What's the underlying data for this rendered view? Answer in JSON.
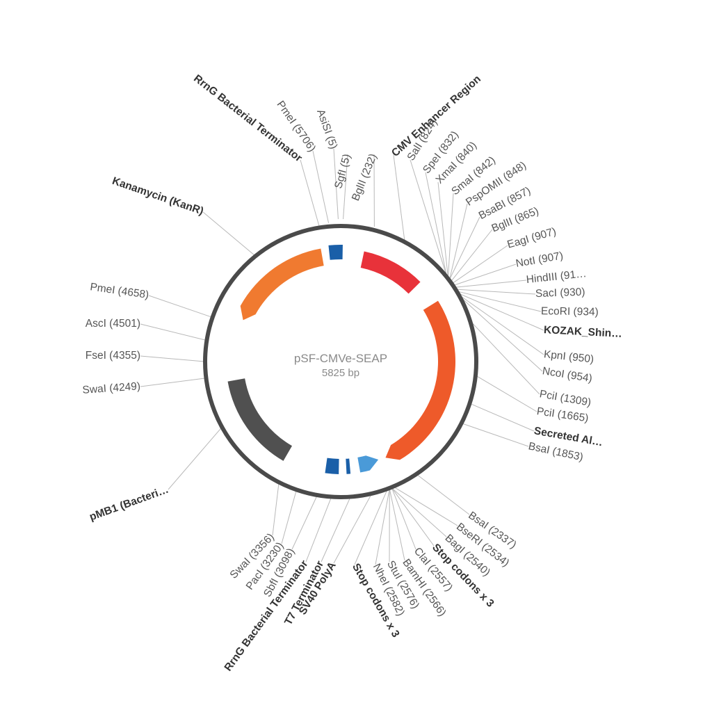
{
  "plasmid": {
    "name": "pSF-CMVe-SEAP",
    "length": "5825 bp"
  },
  "colors": {
    "backbone": "#4a4a4a",
    "kanamycin": "#f07a30",
    "cmv_enhancer": "#e8323a",
    "seap": "#ee5a2a",
    "terminator": "#1a5fa8",
    "polyA": "#4a9ad8",
    "ori": "#505050"
  },
  "features": [
    {
      "id": "kanr",
      "shape": "arrow-ccw",
      "color": "#f07a30"
    },
    {
      "id": "term1",
      "shape": "box",
      "color": "#1a5fa8"
    },
    {
      "id": "cmv",
      "shape": "arc",
      "color": "#e8323a"
    },
    {
      "id": "seap",
      "shape": "arrow-cw",
      "color": "#ee5a2a"
    },
    {
      "id": "polya",
      "shape": "arrow-ccw",
      "color": "#4a9ad8"
    },
    {
      "id": "term2",
      "shape": "box",
      "color": "#1a5fa8"
    },
    {
      "id": "term3",
      "shape": "box",
      "color": "#1a5fa8"
    },
    {
      "id": "ori",
      "shape": "arc",
      "color": "#505050"
    }
  ],
  "labels": [
    {
      "id": "rrng-top",
      "text": "RrnG Bacterial Terminator",
      "bold": true
    },
    {
      "id": "pmei-5706",
      "text": "PmeI (5706)",
      "bold": false
    },
    {
      "id": "asisi-5",
      "text": "AsiSI (5)",
      "bold": false
    },
    {
      "id": "sgfi-5",
      "text": "SgfI (5)",
      "bold": false
    },
    {
      "id": "bglii-232",
      "text": "BglII (232)",
      "bold": false
    },
    {
      "id": "cmv",
      "text": "CMV Enhancer Region",
      "bold": true
    },
    {
      "id": "sali-824",
      "text": "SalI (824)",
      "bold": false
    },
    {
      "id": "spei-832",
      "text": "SpeI (832)",
      "bold": false
    },
    {
      "id": "xmai-840",
      "text": "XmaI (840)",
      "bold": false
    },
    {
      "id": "smai-842",
      "text": "SmaI (842)",
      "bold": false
    },
    {
      "id": "pspomii-848",
      "text": "PspOMII (848)",
      "bold": false
    },
    {
      "id": "bsabi-857",
      "text": "BsaBI (857)",
      "bold": false
    },
    {
      "id": "bglii-865",
      "text": "BglII (865)",
      "bold": false
    },
    {
      "id": "eagi-907",
      "text": "EagI (907)",
      "bold": false
    },
    {
      "id": "noti-907",
      "text": "NotI (907)",
      "bold": false
    },
    {
      "id": "hindiii",
      "text": "HindIII (91…",
      "bold": false
    },
    {
      "id": "saci-930",
      "text": "SacI (930)",
      "bold": false
    },
    {
      "id": "ecori-934",
      "text": "EcoRI (934)",
      "bold": false
    },
    {
      "id": "kozak",
      "text": "KOZAK_Shin…",
      "bold": true
    },
    {
      "id": "kpni-950",
      "text": "KpnI (950)",
      "bold": false
    },
    {
      "id": "ncoi-954",
      "text": "NcoI (954)",
      "bold": false
    },
    {
      "id": "pcii-1309",
      "text": "PciI (1309)",
      "bold": false
    },
    {
      "id": "pcii-1665",
      "text": "PciI (1665)",
      "bold": false
    },
    {
      "id": "secreted",
      "text": "Secreted Al…",
      "bold": true
    },
    {
      "id": "bsai-1853",
      "text": "BsaI (1853)",
      "bold": false
    },
    {
      "id": "bsai-2337",
      "text": "BsaI (2337)",
      "bold": false
    },
    {
      "id": "bsemi-2534",
      "text": "BseRI (2534)",
      "bold": false
    },
    {
      "id": "bagi-2540",
      "text": "BagI (2540)",
      "bold": false
    },
    {
      "id": "stop-3-right",
      "text": "Stop codons x 3",
      "bold": true
    },
    {
      "id": "clai-2557",
      "text": "ClaI (2557)",
      "bold": false
    },
    {
      "id": "bamhi-2566",
      "text": "BamHI (2566)",
      "bold": false
    },
    {
      "id": "stui-2576",
      "text": "StuI (2576)",
      "bold": false
    },
    {
      "id": "nhei-2582",
      "text": "NheI (2582)",
      "bold": false
    },
    {
      "id": "stop-3-left",
      "text": "Stop codons x 3",
      "bold": true
    },
    {
      "id": "sv40",
      "text": "SV40 PolyA",
      "bold": true
    },
    {
      "id": "t7",
      "text": "T7 Terminator",
      "bold": true
    },
    {
      "id": "rrng-bottom",
      "text": "RrnG Bacterial Terminator",
      "bold": true
    },
    {
      "id": "sbfi-3098",
      "text": "SbfI (3098)",
      "bold": false
    },
    {
      "id": "paci-3230",
      "text": "PacI (3230)",
      "bold": false
    },
    {
      "id": "swai-3356",
      "text": "SwaI (3356)",
      "bold": false
    },
    {
      "id": "pmb1",
      "text": "pMB1 (Bacteri…",
      "bold": true
    },
    {
      "id": "swai-4249",
      "text": "SwaI (4249)",
      "bold": false
    },
    {
      "id": "fsei-4355",
      "text": "FseI (4355)",
      "bold": false
    },
    {
      "id": "asci-4501",
      "text": "AscI (4501)",
      "bold": false
    },
    {
      "id": "pmei-4658",
      "text": "PmeI (4658)",
      "bold": false
    },
    {
      "id": "kanamycin",
      "text": "Kanamycin (KanR)",
      "bold": true
    }
  ]
}
